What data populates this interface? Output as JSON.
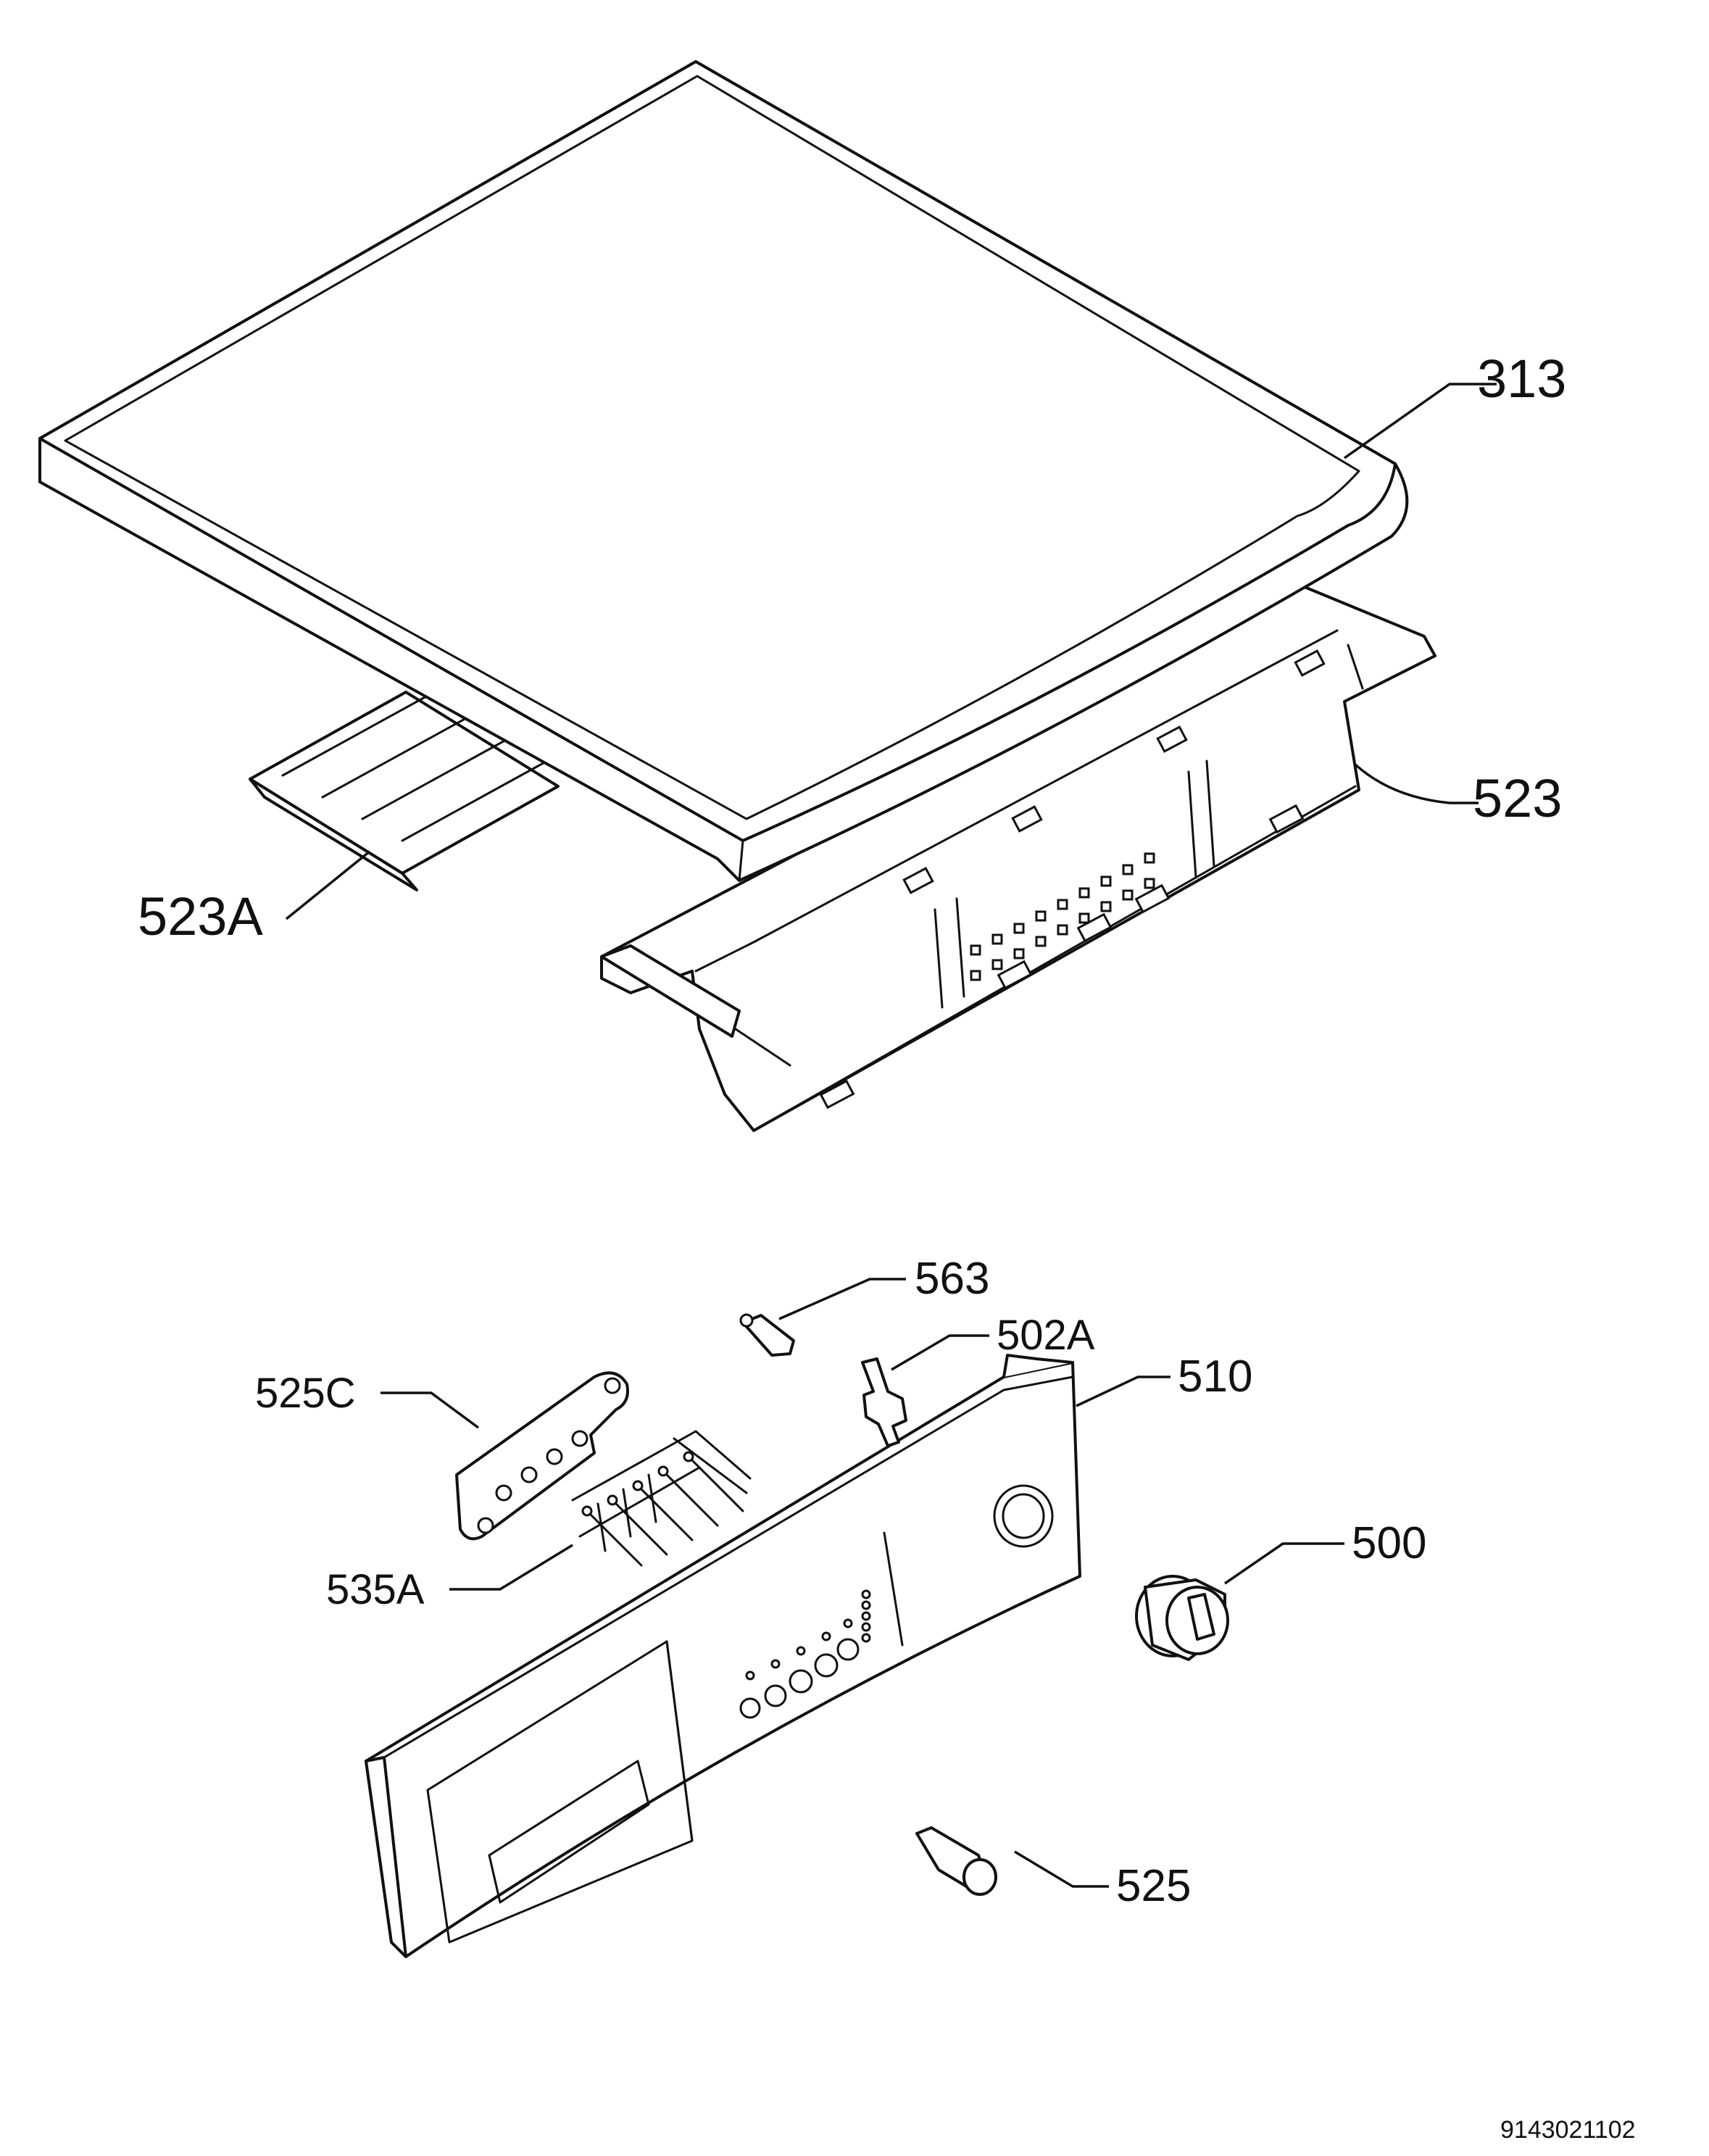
{
  "callouts": {
    "c313": "313",
    "c523": "523",
    "c523A": "523A",
    "c563": "563",
    "c502A": "502A",
    "c525C": "525C",
    "c510": "510",
    "c500": "500",
    "c535A": "535A",
    "c525": "525"
  },
  "document_id": "9143021102"
}
